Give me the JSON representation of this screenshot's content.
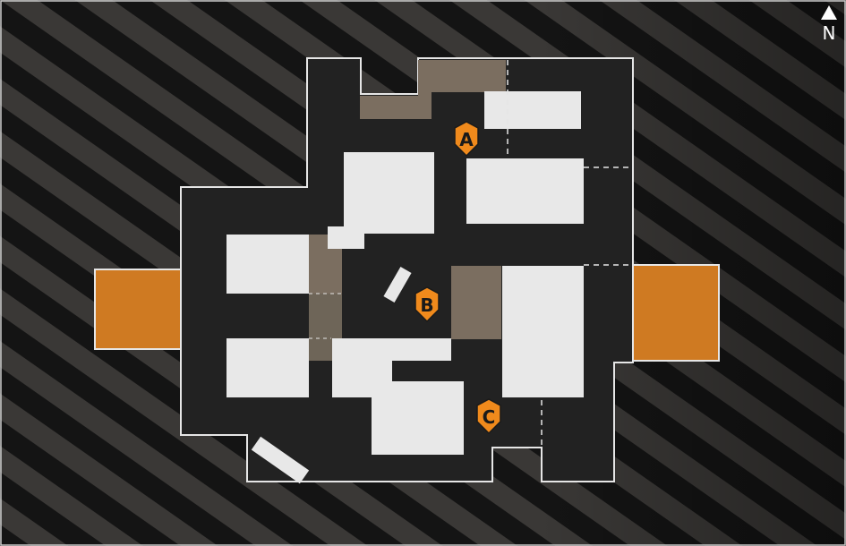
{
  "compass": {
    "label": "N"
  },
  "objectives": [
    {
      "label": "A"
    },
    {
      "label": "B"
    },
    {
      "label": "C"
    }
  ],
  "colors": {
    "background": "#141414",
    "stripe": "#3a3836",
    "floor": "#222222",
    "outline": "#e6e6e6",
    "building": "#e8e8e8",
    "cover": "#7b6e60",
    "spawn": "#cf7a22",
    "marker": "#f08a1c",
    "marker_text": "#1a1a1a"
  }
}
